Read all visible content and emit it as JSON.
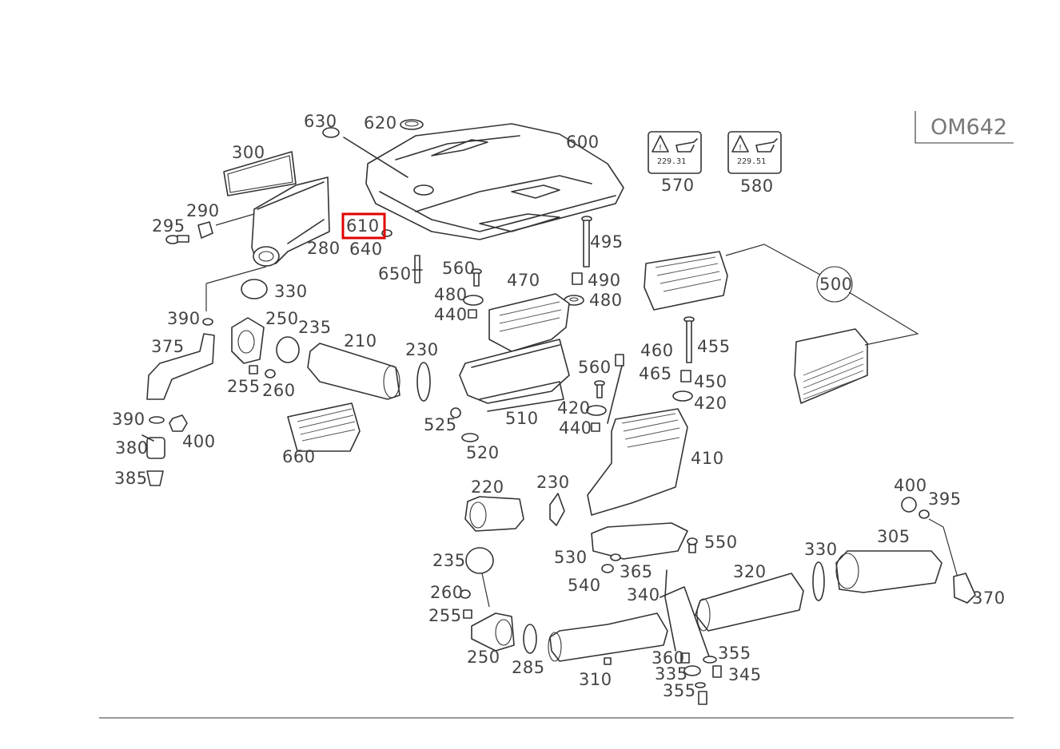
{
  "model": "OM642",
  "highlight": {
    "part": "610",
    "color": "#e00000"
  },
  "decals": [
    {
      "code": "229.31"
    },
    {
      "code": "229.51"
    }
  ],
  "labels": {
    "p630": "630",
    "p620": "620",
    "p600": "600",
    "p300": "300",
    "p290": "290",
    "p295": "295",
    "p610": "610",
    "p640": "640",
    "p280": "280",
    "p650": "650",
    "p495": "495",
    "p570": "570",
    "p580": "580",
    "p500": "500",
    "p560a": "560",
    "p480a": "480",
    "p440a": "440",
    "p470": "470",
    "p490": "490",
    "p480b": "480",
    "p330a": "330",
    "p390a": "390",
    "p250a": "250",
    "p235a": "235",
    "p375": "375",
    "p210": "210",
    "p230a": "230",
    "p255a": "255",
    "p260a": "260",
    "p460": "460",
    "p455": "455",
    "p560b": "560",
    "p465": "465",
    "p450": "450",
    "p420a": "420",
    "p420b": "420",
    "p390b": "390",
    "p400a": "400",
    "p380": "380",
    "p385": "385",
    "p660": "660",
    "p525": "525",
    "p510": "510",
    "p440b": "440",
    "p520": "520",
    "p410": "410",
    "p220": "220",
    "p230b": "230",
    "p400b": "400",
    "p395": "395",
    "p305": "305",
    "p550": "550",
    "p330b": "330",
    "p530": "530",
    "p320": "320",
    "p365": "365",
    "p235b": "235",
    "p540": "540",
    "p340": "340",
    "p370": "370",
    "p260b": "260",
    "p255b": "255",
    "p250b": "250",
    "p285": "285",
    "p360": "360",
    "p355a": "355",
    "p335": "335",
    "p345": "345",
    "p310": "310",
    "p355b": "355"
  }
}
